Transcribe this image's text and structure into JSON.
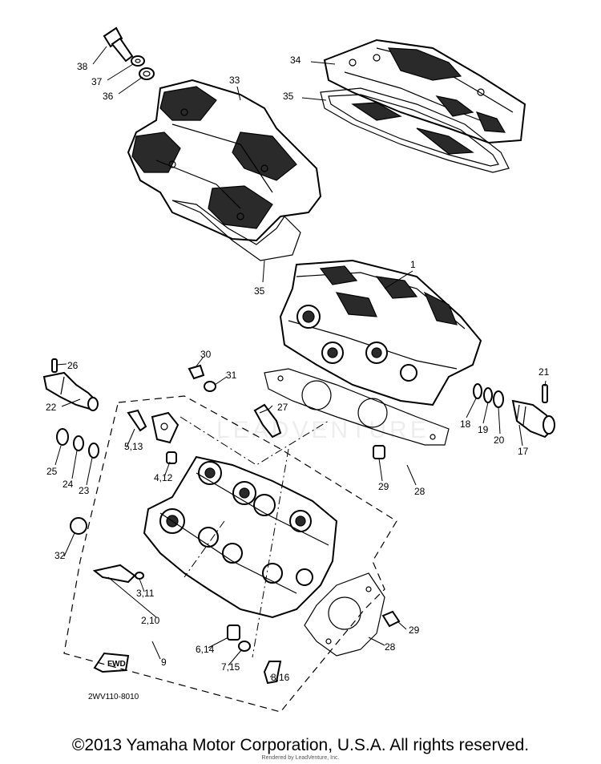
{
  "diagram": {
    "callouts": [
      "1",
      "17",
      "18",
      "19",
      "20",
      "21",
      "22",
      "23",
      "24",
      "25",
      "26",
      "27",
      "28",
      "29",
      "30",
      "31",
      "32",
      "33",
      "34",
      "35",
      "36",
      "37",
      "38"
    ],
    "composite_callouts": {
      "c2_10": "2,10",
      "c3_11": "3,11",
      "c4_12": "4,12",
      "c5_13": "5,13",
      "c6_14": "6,14",
      "c7_15": "7,15",
      "c8_16": "8,16",
      "c9": "9"
    },
    "fwd_label": "FWD",
    "drawing_code": "2WV110-8010",
    "watermark": "LEADVENTURE"
  },
  "footer": {
    "copyright": "©2013 Yamaha Motor Corporation, U.S.A. All rights reserved.",
    "rendered_by": "Rendered by LeadVenture, Inc."
  }
}
